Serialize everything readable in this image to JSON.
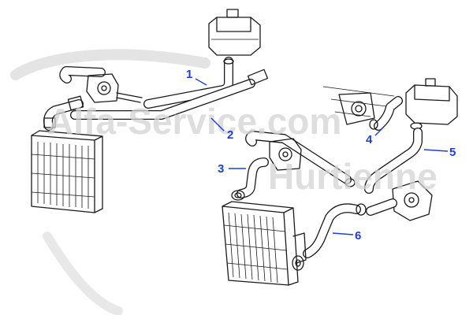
{
  "watermark": {
    "line1": "Alfa-Service.com",
    "line2": "Hurtienne"
  },
  "callouts": [
    {
      "id": "1",
      "label": "1"
    },
    {
      "id": "2",
      "label": "2"
    },
    {
      "id": "3",
      "label": "3"
    },
    {
      "id": "4",
      "label": "4"
    },
    {
      "id": "5",
      "label": "5"
    },
    {
      "id": "6",
      "label": "6"
    }
  ],
  "colors": {
    "callout": "#1f3fd6",
    "ink": "#1a1a1a",
    "watermark": "#d3d3d3"
  }
}
